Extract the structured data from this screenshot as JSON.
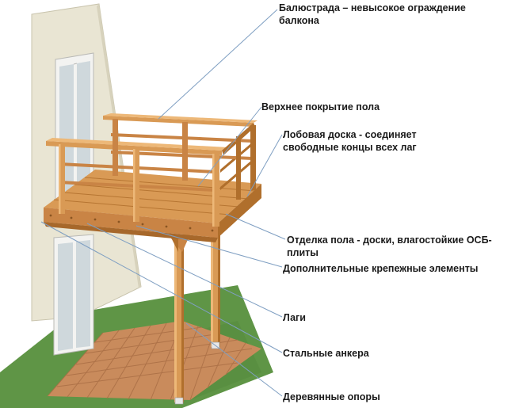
{
  "labels": {
    "balustrade_line1": "Балюстрада – невысокое ограждение",
    "balustrade_line2": "балкона",
    "floor_top": "Верхнее покрытие пола",
    "fascia_line1": "Лобовая доска - соединяет",
    "fascia_line2": "свободные концы всех лаг",
    "finish_line1": "Отделка пола - доски, влагостойкие ОСБ-",
    "finish_line2": "плиты",
    "fasteners": "Дополнительные крепежные элементы",
    "joists": "Лаги",
    "anchors": "Стальные анкера",
    "posts": "Деревянные опоры"
  },
  "colors": {
    "wall": "#e9e5d3",
    "wood": "#d99a55",
    "wood_dark": "#b06f2c",
    "wood_light": "#edb878",
    "grass": "#5f9546",
    "tiles": "#c98b5c",
    "glass": "#cfd8dc",
    "leader": "#7f9fc2"
  }
}
